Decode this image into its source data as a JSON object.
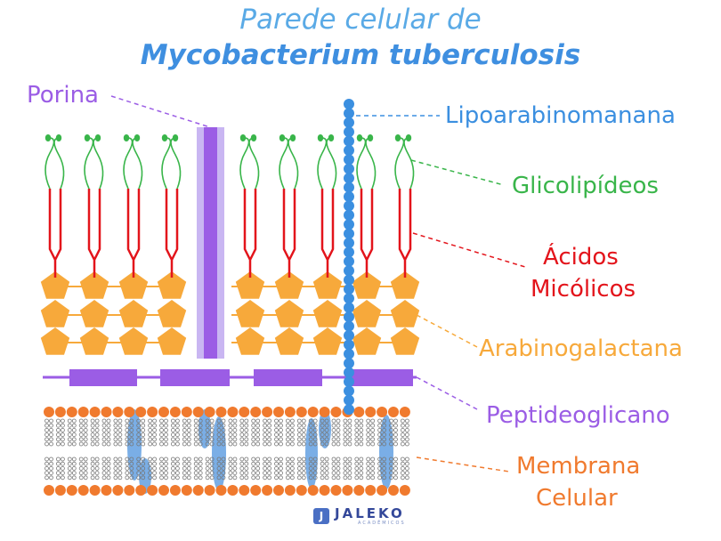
{
  "title": {
    "line1": "Parede celular de",
    "line2": "Mycobacterium tuberculosis"
  },
  "labels": {
    "porina": "Porina",
    "lipoarabinomanana": "Lipoarabinomanana",
    "glicolipideos": "Glicolipídeos",
    "acidos_micolicos_1": "Ácidos",
    "acidos_micolicos_2": "Micólicos",
    "arabinogalactana": "Arabinogalactana",
    "peptideoglicano": "Peptideoglicano",
    "membrana_1": "Membrana",
    "membrana_2": "Celular"
  },
  "brand": {
    "icon_letter": "J",
    "name": "JALEKO",
    "sub": "ACADÊMICOS"
  },
  "colors": {
    "title": "#5aaae6",
    "porina": "#9b5de5",
    "lipoarabinomanana": "#3b8fe0",
    "glicolipideos": "#39b54a",
    "acidos_micolicos": "#e3141b",
    "arabinogalactana": "#f7a93b",
    "peptideoglicano": "#9b5de5",
    "membrana": "#f07a2e"
  }
}
